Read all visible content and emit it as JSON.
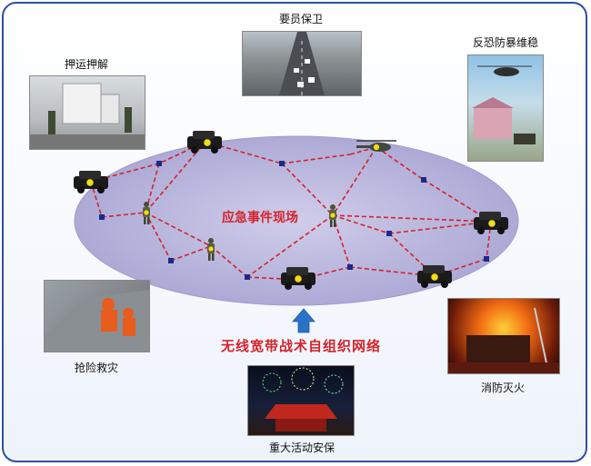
{
  "diagram": {
    "center_label": "应急事件现场",
    "network_label": "无线宽带战术自组织网络"
  },
  "scenarios": [
    {
      "id": "vip-guard",
      "label": "要员保卫"
    },
    {
      "id": "escort",
      "label": "押运押解"
    },
    {
      "id": "anti-terror",
      "label": "反恐防暴维稳"
    },
    {
      "id": "rescue",
      "label": "抢险救灾"
    },
    {
      "id": "fire",
      "label": "消防灭火"
    },
    {
      "id": "event-security",
      "label": "重大活动安保"
    }
  ],
  "colors": {
    "border": "#2f4f9e",
    "ellipse": "#b9b6de",
    "link": "#d4232b",
    "node": "#1b2a8c",
    "accent_text": "#d4232b",
    "arrow": "#2a72c8"
  }
}
